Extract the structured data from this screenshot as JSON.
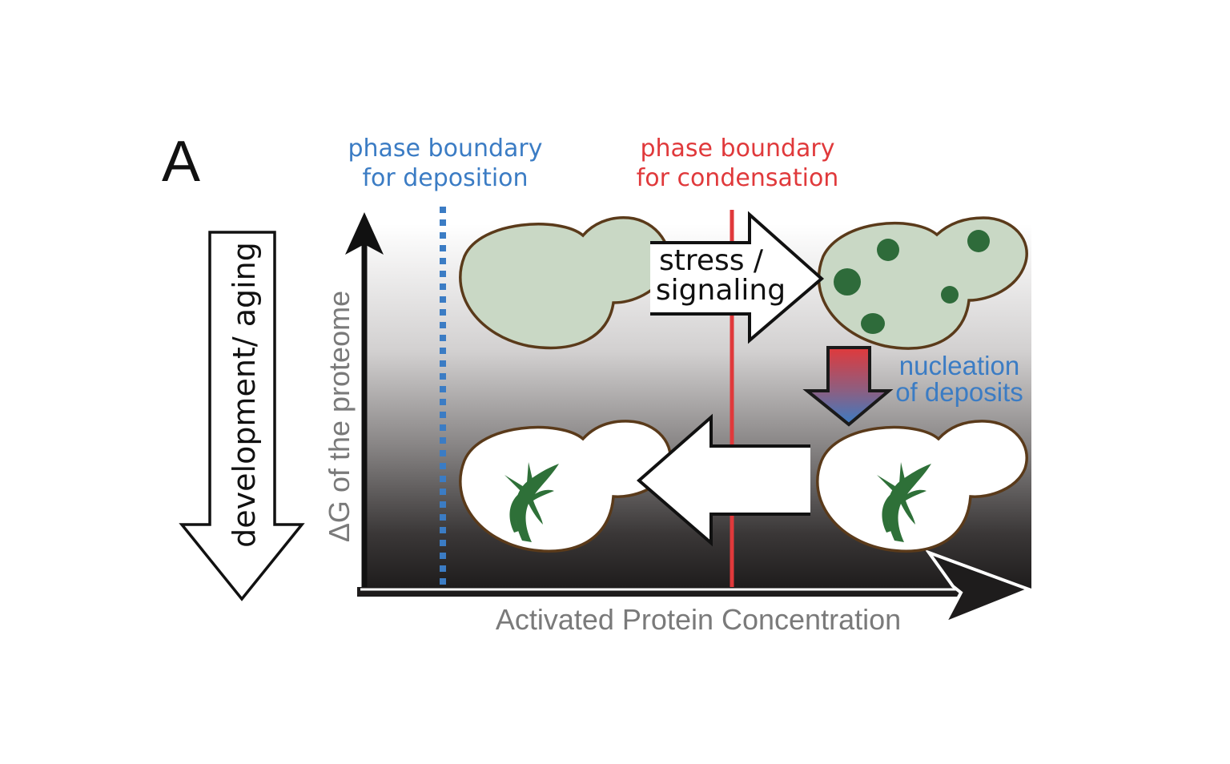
{
  "panel": {
    "label": "A"
  },
  "boundaries": {
    "deposition": {
      "line1": "phase boundary",
      "line2": "for deposition",
      "color": "#3b7cc4",
      "style": "dotted"
    },
    "condensation": {
      "line1": "phase boundary",
      "line2": "for condensation",
      "color": "#e0393b",
      "style": "solid"
    }
  },
  "axes": {
    "y_label": "ΔG of the proteome",
    "x_label": "Activated Protein Concentration"
  },
  "side_arrow": {
    "label": "development/ aging",
    "direction": "down"
  },
  "transitions": {
    "stress": {
      "line1": "stress /",
      "line2": "signaling",
      "direction": "right"
    },
    "nucleation": {
      "line1": "nucleation",
      "line2": "of deposits",
      "direction": "down",
      "gradient_from": "#e0393b",
      "gradient_to": "#3b7cc4"
    },
    "return": {
      "direction": "left"
    }
  },
  "cells": [
    {
      "id": "top-left",
      "state": "diffuse",
      "fill": "#c9d8c5"
    },
    {
      "id": "top-right",
      "state": "condensates",
      "fill": "#c9d8c5",
      "condensate_count": 5
    },
    {
      "id": "bottom-left",
      "state": "deposit",
      "fill": "#ffffff"
    },
    {
      "id": "bottom-right",
      "state": "deposit",
      "fill": "#ffffff"
    }
  ],
  "colors": {
    "cell_outline": "#5a3a1a",
    "condensate": "#2e6b3a",
    "deposit": "#2e7038",
    "background_top": "#ffffff",
    "background_bottom": "#1e1c1c"
  }
}
